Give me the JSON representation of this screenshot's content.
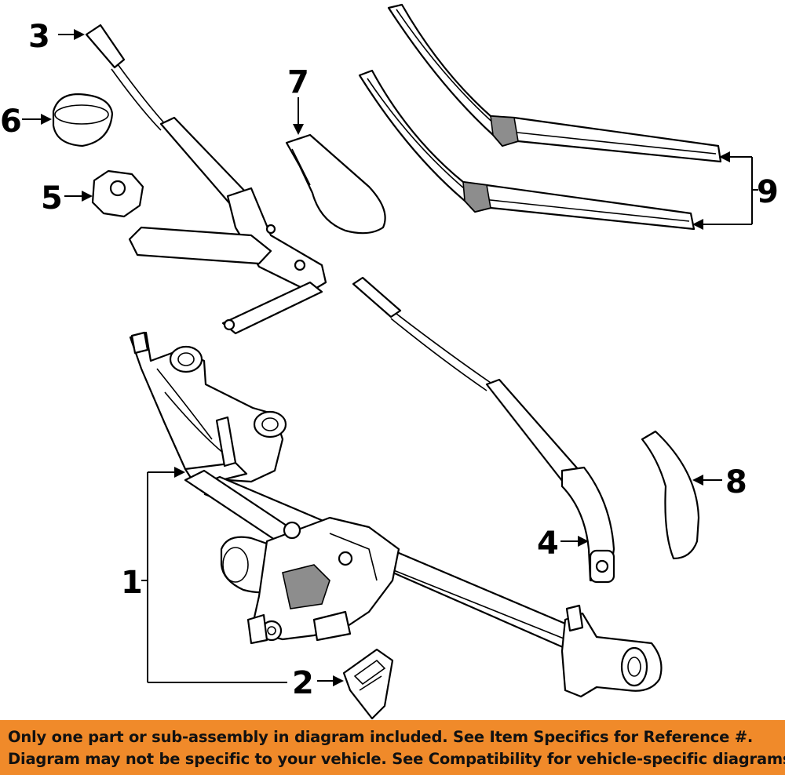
{
  "callouts": {
    "c1": "1",
    "c2": "2",
    "c3": "3",
    "c4": "4",
    "c5": "5",
    "c6": "6",
    "c7": "7",
    "c8": "8",
    "c9": "9"
  },
  "banner": {
    "line1": "Only one part or sub-assembly in diagram included. See Item Specifics for Reference #.",
    "line2": "Diagram may not be specific to your vehicle. See Compatibility for vehicle-specific diagrams."
  },
  "colors": {
    "banner_bg": "#f08a2a",
    "line_art": "#000000",
    "background": "#ffffff"
  }
}
